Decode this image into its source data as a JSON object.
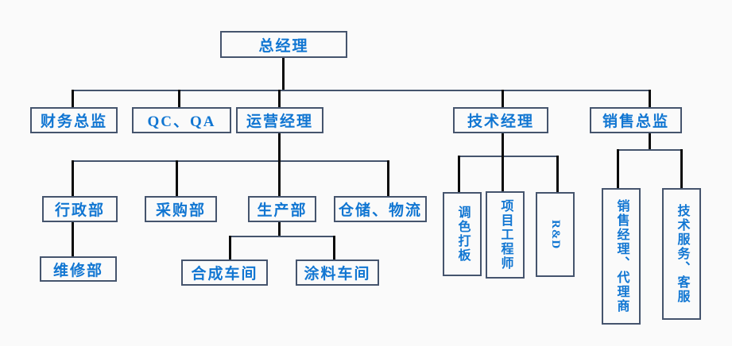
{
  "diagram": {
    "type": "org-chart",
    "background_color": "#FAFAFA",
    "box_border_color": "#45546D",
    "text_color": "#1176D2",
    "connector_vertical_color": "#000000",
    "connector_horizontal_color": "#45546D",
    "nodes": {
      "general_manager": "总经理",
      "finance_director": "财务总监",
      "qc_qa": "QC、QA",
      "operations_manager": "运营经理",
      "technical_manager": "技术经理",
      "sales_director": "销售总监",
      "admin_dept": "行政部",
      "purchasing_dept": "采购部",
      "production_dept": "生产部",
      "warehouse_logistics": "仓储、物流",
      "maintenance_dept": "维修部",
      "synthesis_workshop": "合成车间",
      "coating_workshop": "涂料车间",
      "tinting_proofing": "调色打板",
      "project_engineer": "项目工程师",
      "rd": "R&D",
      "sales_manager_agents": "销售经理、代理商",
      "tech_service_customer_service": "技术服务、客服"
    },
    "edges": [
      [
        "总经理",
        "财务总监"
      ],
      [
        "总经理",
        "QC、QA"
      ],
      [
        "总经理",
        "运营经理"
      ],
      [
        "总经理",
        "技术经理"
      ],
      [
        "总经理",
        "销售总监"
      ],
      [
        "运营经理",
        "行政部"
      ],
      [
        "运营经理",
        "采购部"
      ],
      [
        "运营经理",
        "生产部"
      ],
      [
        "运营经理",
        "仓储、物流"
      ],
      [
        "行政部",
        "维修部"
      ],
      [
        "生产部",
        "合成车间"
      ],
      [
        "生产部",
        "涂料车间"
      ],
      [
        "技术经理",
        "调色打板"
      ],
      [
        "技术经理",
        "项目工程师"
      ],
      [
        "技术经理",
        "R&D"
      ],
      [
        "销售总监",
        "销售经理、代理商"
      ],
      [
        "销售总监",
        "技术服务、客服"
      ]
    ]
  }
}
